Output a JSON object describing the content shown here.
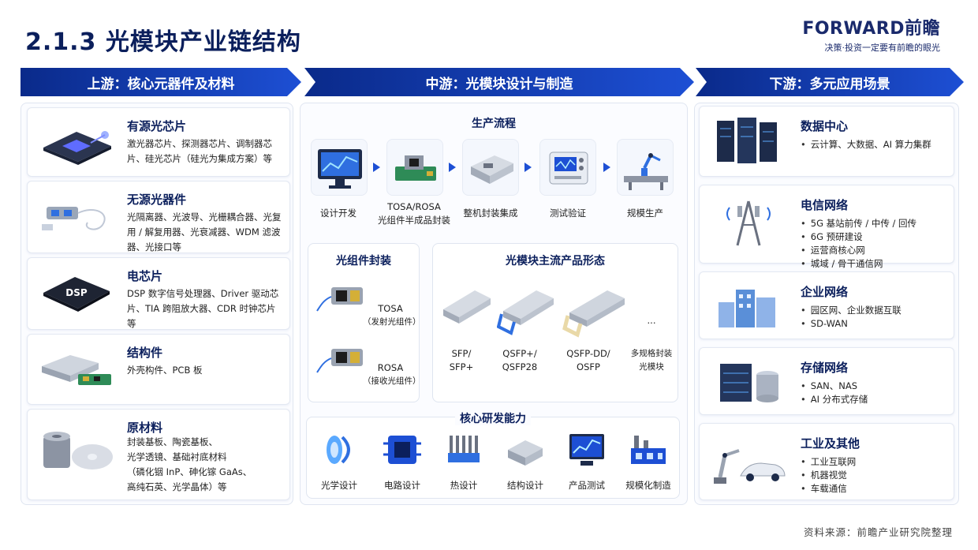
{
  "title": "2.1.3 光模块产业链结构",
  "brand": {
    "logo": "FORWARD前瞻",
    "slogan": "决策·投资一定要有前瞻的眼光"
  },
  "sections": {
    "upstream": "上游：核心元器件及材料",
    "midstream": "中游：光模块设计与制造",
    "downstream": "下游：多元应用场景"
  },
  "upstream_items": [
    {
      "title": "有源光芯片",
      "desc": "激光器芯片、探测器芯片、调制器芯片、硅光芯片（硅光为集成方案）等"
    },
    {
      "title": "无源光器件",
      "desc": "光隔离器、光波导、光栅耦合器、光复用 / 解复用器、光衰减器、WDM 滤波器、光接口等"
    },
    {
      "title": "电芯片",
      "desc": "DSP 数字信号处理器、Driver 驱动芯片、TIA 跨阻放大器、CDR 时钟芯片等",
      "chip_text": "DSP"
    },
    {
      "title": "结构件",
      "desc": "外壳构件、PCB 板"
    },
    {
      "title": "原材料",
      "desc_lines": [
        "封装基板、陶瓷基板、",
        "光学透镜、基础衬底材料",
        "（磷化铟 InP、砷化镓 GaAs、",
        "高纯石英、光学晶体）等"
      ]
    }
  ],
  "process": {
    "title": "生产流程",
    "steps": [
      "设计开发",
      "TOSA/ROSA\n光组件半成品封装",
      "整机封装集成",
      "测试验证",
      "规模生产"
    ]
  },
  "packaging": {
    "title": "光组件封装",
    "items": [
      {
        "name": "TOSA",
        "desc": "（发射光组件）"
      },
      {
        "name": "ROSA",
        "desc": "（接收光组件）"
      }
    ]
  },
  "products": {
    "title": "光模块主流产品形态",
    "items": [
      "SFP/\nSFP+",
      "QSFP+/\nQSFP28",
      "QSFP-DD/\nOSFP",
      "多规格封装\n光模块"
    ],
    "ellipsis": "..."
  },
  "capabilities": {
    "title": "核心研发能力",
    "items": [
      "光学设计",
      "电路设计",
      "热设计",
      "结构设计",
      "产品测试",
      "规模化制造"
    ]
  },
  "downstream_items": [
    {
      "title": "数据中心",
      "points": [
        "云计算、大数据、AI 算力集群"
      ]
    },
    {
      "title": "电信网络",
      "points": [
        "5G 基站前传 / 中传 / 回传",
        "6G 预研建设",
        "运营商核心网",
        "城域 / 骨干通信网"
      ]
    },
    {
      "title": "企业网络",
      "points": [
        "园区网、企业数据互联",
        "SD-WAN"
      ]
    },
    {
      "title": "存储网络",
      "points": [
        "SAN、NAS",
        "AI 分布式存储"
      ]
    },
    {
      "title": "工业及其他",
      "points": [
        "工业互联网",
        "机器视觉",
        "车载通信"
      ]
    }
  ],
  "source": "资料来源：前瞻产业研究院整理",
  "colors": {
    "primary": "#0b1f5c",
    "accent": "#1d4fd4",
    "dark_blue": "#0a2a8a"
  }
}
